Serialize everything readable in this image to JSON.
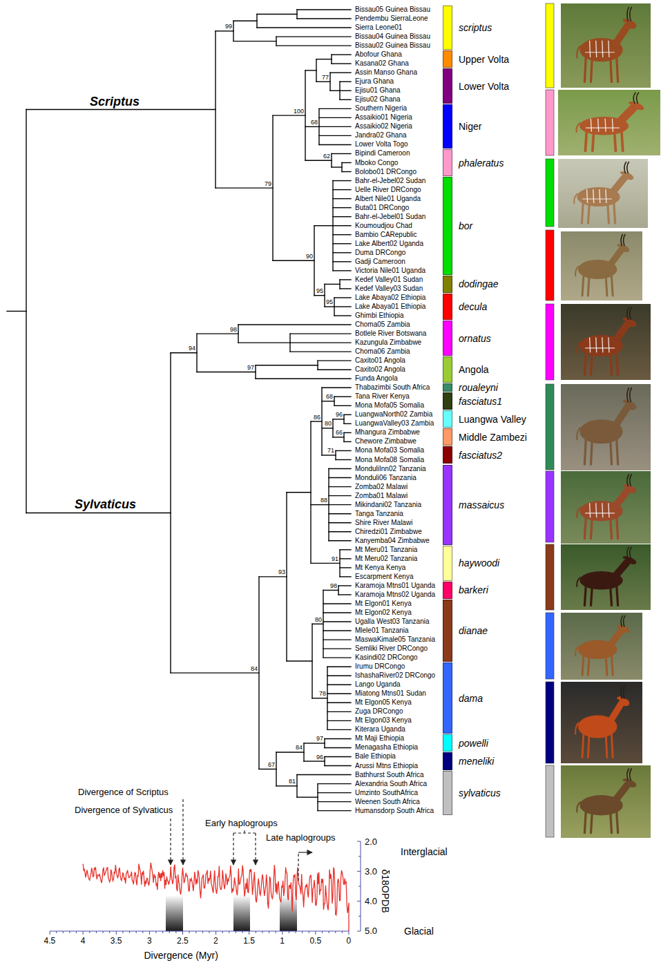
{
  "diagram": {
    "labels": [
      "Scriptus",
      "Sylvaticus",
      "Bissau05 Guinea Bissau",
      "Pendembu SierraLeone",
      "Sierra Leone01",
      "Bissau04 Guinea Bissau",
      "Bissau02 Guinea Bissau",
      "Abofour Ghana",
      "Kasana02 Ghana",
      "Assin Manso Ghana",
      "Ejura Ghana",
      "Ejisu01 Ghana",
      "Ejisu02 Ghana",
      "Southern Nigeria",
      "Assaikio01 Nigeria",
      "Assaikio02 Nigeria",
      "Jandra02 Ghana",
      "Lower Volta Togo",
      "Bipindi Cameroon",
      "Mboko Congo",
      "Bolobo01 DRCongo",
      "Bahr-el-Jebel02 Sudan",
      "Uelle River DRCongo",
      "Albert Nile01 Uganda",
      "Buta01 DRCongo",
      "Bahr-el-Jebel01 Sudan",
      "Koumoudjou Chad",
      "Bambio CARepublic",
      "Lake Albert02 Uganda",
      "Duma DRCongo",
      "Gadji Cameroon",
      "Victoria Nile01 Uganda",
      "Kedef Valley01 Sudan",
      "Kedef Valley03 Sudan",
      "Lake Abaya02 Ethiopia",
      "Lake Abaya01 Ethiopia",
      "Ghimbi Ethiopia",
      "Choma05 Zambia",
      "Botlele River Botswana",
      "Kazungula Zimbabwe",
      "Choma06 Zambia",
      "Caxito01 Angola",
      "Caxito02 Angola",
      "Funda Angola",
      "Thabazimbi South Africa",
      "Tana River Kenya",
      "Mona Mofa05 Somalia",
      "LuangwaNorth02 Zambia",
      "LuangwaValley03 Zambia",
      "Mhangura Zimbabwe",
      "Chewore Zimbabwe",
      "Mona Mofa03 Somalia",
      "Mona Mofa08 Somalia",
      "MonduliInn02 Tanzania",
      "Monduli06 Tanzania",
      "Zomba02 Malawi",
      "Zomba01 Malawi",
      "Mikindani02 Tanzania",
      "Tanga Tanzania",
      "Shire River Malawi",
      "Chiredzi01 Zimbabwe",
      "Kanyemba04 Zimbabwe",
      "Mt Meru01 Tanzania",
      "Mt Meru02 Tanzania",
      "Mt Kenya Kenya",
      "Escarpment Kenya",
      "Karamoja Mtns01 Uganda",
      "Karamoja Mtns02 Uganda",
      "Mt Elgon01 Kenya",
      "Mt Elgon02 Kenya",
      "Ugalla West03 Tanzania",
      "Mlele01 Tanzania",
      "MaswaKimale05 Tanzania",
      "Semliki River DRCongo",
      "Kasindi02 DRCongo",
      "Irumu DRCongo",
      "IshashaRiver02 DRCongo",
      "Lango Uganda",
      "Miatong Mtns01 Sudan",
      "Mt Elgon05 Kenya",
      "Zuga DRCongo",
      "Mt Elgon03 Kenya",
      "Kiterara Uganda",
      "Mt Maji Ethiopia",
      "Menagasha Ethiopia",
      "Bale Ethiopia",
      "Arussi Mtns Ethiopia",
      "Bathhurst South Africa",
      "Alexandria South Africa",
      "Umzinto SouthAfrica",
      "Weenen South Africa",
      "Humansdorp South Africa",
      "99",
      "100",
      "77",
      "68",
      "62",
      "79",
      "90",
      "95",
      "95",
      "98",
      "94",
      "97",
      "86",
      "68",
      "96",
      "80",
      "66",
      "71",
      "88",
      "93",
      "91",
      "98",
      "80",
      "84",
      "78",
      "97",
      "84",
      "96",
      "67",
      "81",
      "Divergence of Scriptus",
      "Divergence of Sylvaticus",
      "Early haplogroups",
      "Late haplogroups",
      "2.0",
      "3.0",
      "4.0",
      "5.0",
      "Interglacial",
      "Glacial",
      "δ18OPDB",
      "4.5",
      "4",
      "3.5",
      "3",
      "2.5",
      "2",
      "1.5",
      "1",
      "0.5",
      "0",
      "Divergence (Myr)"
    ],
    "legend": [
      {
        "text": "scriptus",
        "color": "#ffff00"
      },
      {
        "text": "Upper Volta",
        "color": "#ff8c00"
      },
      {
        "text": "Lower Volta",
        "color": "#800080"
      },
      {
        "text": "Niger",
        "color": "#0000ff"
      },
      {
        "text": "phaleratus",
        "color": "#ff99cc"
      },
      {
        "text": "bor",
        "color": "#00dd00"
      },
      {
        "text": "dodingae",
        "color": "#808000"
      },
      {
        "text": "decula",
        "color": "#ff0000"
      },
      {
        "text": "ornatus",
        "color": "#ff00ff"
      },
      {
        "text": "Angola",
        "color": "#99cc33"
      },
      {
        "text": "roualeyni",
        "color": "#3a8a6a"
      },
      {
        "text": "fasciatus1",
        "color": "#2f3f10"
      },
      {
        "text": "Luangwa Valley",
        "color": "#66ffff"
      },
      {
        "text": "Middle Zambezi",
        "color": "#ff9966"
      },
      {
        "text": "fasciatus2",
        "color": "#8b0000"
      },
      {
        "text": "massaicus",
        "color": "#9933ff"
      },
      {
        "text": "haywoodi",
        "color": "#ffff99"
      },
      {
        "text": "barkeri",
        "color": "#ff0066"
      },
      {
        "text": "dianae",
        "color": "#8b3a1a"
      },
      {
        "text": "dama",
        "color": "#3366ff"
      },
      {
        "text": "powelli",
        "color": "#00ffff"
      },
      {
        "text": "meneliki",
        "color": "#000080"
      },
      {
        "text": "sylvaticus",
        "color": "#c0c0c0"
      }
    ]
  }
}
